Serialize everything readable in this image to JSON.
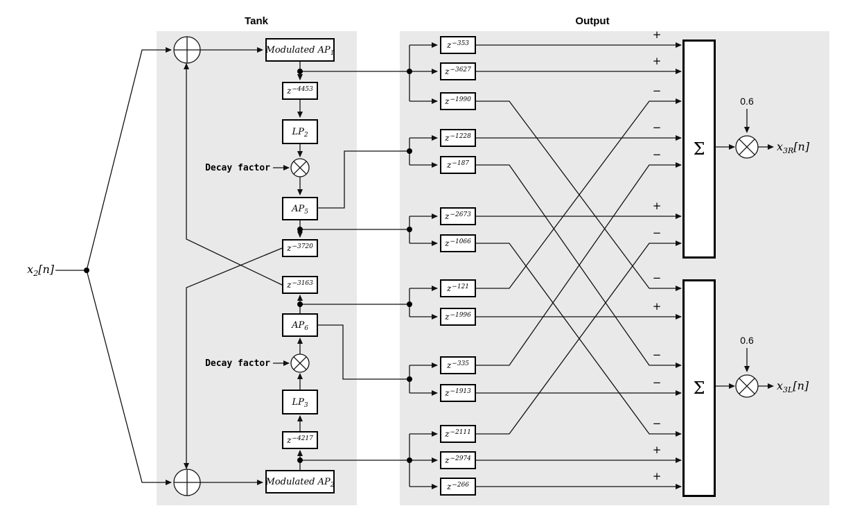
{
  "tank": {
    "title": "Tank",
    "decay_label": "Decay factor",
    "blocks": {
      "mod_ap1": {
        "text": "Modulated AP",
        "sub": "1"
      },
      "delay_4453": {
        "base": "z",
        "exp": "−4453"
      },
      "lp2": {
        "text": "LP",
        "sub": "2"
      },
      "ap5": {
        "text": "AP",
        "sub": "5"
      },
      "delay_3720": {
        "base": "z",
        "exp": "−3720"
      },
      "delay_3163": {
        "base": "z",
        "exp": "−3163"
      },
      "ap6": {
        "text": "AP",
        "sub": "6"
      },
      "lp3": {
        "text": "LP",
        "sub": "3"
      },
      "delay_4217": {
        "base": "z",
        "exp": "−4217"
      },
      "mod_ap2": {
        "text": "Modulated AP",
        "sub": "2"
      }
    }
  },
  "input": {
    "var": "x",
    "sub": "2",
    "suffix": "[n]"
  },
  "output": {
    "title": "Output",
    "sum_symbol": "Σ",
    "taps": [
      {
        "base": "z",
        "exp": "−353"
      },
      {
        "base": "z",
        "exp": "−3627"
      },
      {
        "base": "z",
        "exp": "−1990"
      },
      {
        "base": "z",
        "exp": "−1228"
      },
      {
        "base": "z",
        "exp": "−187"
      },
      {
        "base": "z",
        "exp": "−2673"
      },
      {
        "base": "z",
        "exp": "−1066"
      },
      {
        "base": "z",
        "exp": "−121"
      },
      {
        "base": "z",
        "exp": "−1996"
      },
      {
        "base": "z",
        "exp": "−335"
      },
      {
        "base": "z",
        "exp": "−1913"
      },
      {
        "base": "z",
        "exp": "−2111"
      },
      {
        "base": "z",
        "exp": "−2974"
      },
      {
        "base": "z",
        "exp": "−266"
      }
    ],
    "right_sum": {
      "gain": "0.6",
      "out_var": "x",
      "out_sub": "3R",
      "out_suffix": "[n]",
      "inputs": [
        {
          "sign": "+",
          "source": "z−353"
        },
        {
          "sign": "+",
          "source": "z−3627"
        },
        {
          "sign": "−",
          "source": "z−121"
        },
        {
          "sign": "−",
          "source": "z−1228"
        },
        {
          "sign": "−",
          "source": "z−335"
        },
        {
          "sign": "+",
          "source": "z−2673"
        },
        {
          "sign": "−",
          "source": "z−2111"
        }
      ]
    },
    "left_sum": {
      "gain": "0.6",
      "out_var": "x",
      "out_sub": "3L",
      "out_suffix": "[n]",
      "inputs": [
        {
          "sign": "−",
          "source": "z−1990"
        },
        {
          "sign": "+",
          "source": "z−1996"
        },
        {
          "sign": "−",
          "source": "z−187"
        },
        {
          "sign": "−",
          "source": "z−1913"
        },
        {
          "sign": "−",
          "source": "z−1066"
        },
        {
          "sign": "+",
          "source": "z−2974"
        },
        {
          "sign": "+",
          "source": "z−266"
        }
      ]
    }
  }
}
